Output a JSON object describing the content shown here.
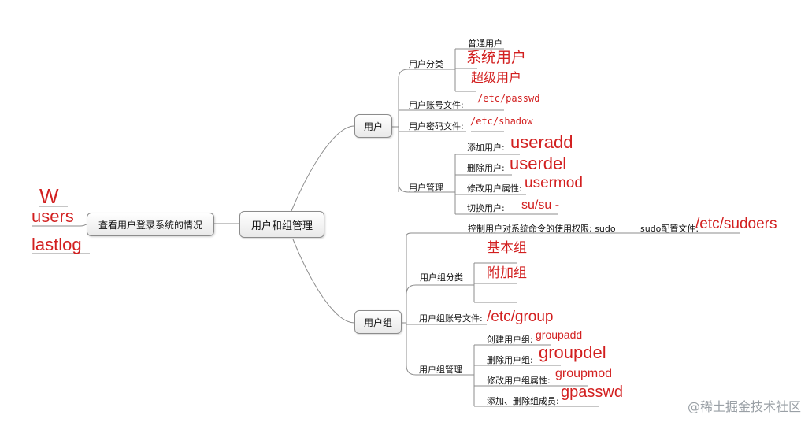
{
  "left_notes": {
    "w": "W",
    "users": "users",
    "lastlog": "lastlog"
  },
  "nodes": {
    "login_check": "查看用户登录系统的情况",
    "root": "用户和组管理",
    "user": "用户",
    "group": "用户组"
  },
  "user": {
    "category": {
      "label": "用户分类",
      "items": [
        "普通用户",
        "系统用户",
        "超级用户"
      ]
    },
    "account_file": {
      "label": "用户账号文件:",
      "value": "/etc/passwd"
    },
    "password_file": {
      "label": "用户密码文件:",
      "value": "/etc/shadow"
    },
    "management": {
      "label": "用户管理",
      "add": {
        "label": "添加用户:",
        "cmd": "useradd"
      },
      "del": {
        "label": "删除用户:",
        "cmd": "userdel"
      },
      "mod": {
        "label": "修改用户属性:",
        "cmd": "usermod"
      },
      "switch": {
        "label": "切换用户:",
        "cmd": "su/su -"
      }
    }
  },
  "sudo": {
    "label": "控制用户对系统命令的使用权限: sudo",
    "config_label": "sudo配置文件:",
    "config_value": "/etc/sudoers"
  },
  "group": {
    "category": {
      "label": "用户组分类",
      "items": [
        "基本组",
        "附加组"
      ]
    },
    "account_file": {
      "label": "用户组账号文件:",
      "value": "/etc/group"
    },
    "management": {
      "label": "用户组管理",
      "add": {
        "label": "创建用户组:",
        "cmd": "groupadd"
      },
      "del": {
        "label": "删除用户组:",
        "cmd": "groupdel"
      },
      "mod": {
        "label": "修改用户组属性:",
        "cmd": "groupmod"
      },
      "members": {
        "label": "添加、删除组成员:",
        "cmd": "gpasswd"
      }
    }
  },
  "watermark": "@稀土掘金技术社区",
  "colors": {
    "annotation": "#d21f1f",
    "line": "#8c8c8c"
  }
}
